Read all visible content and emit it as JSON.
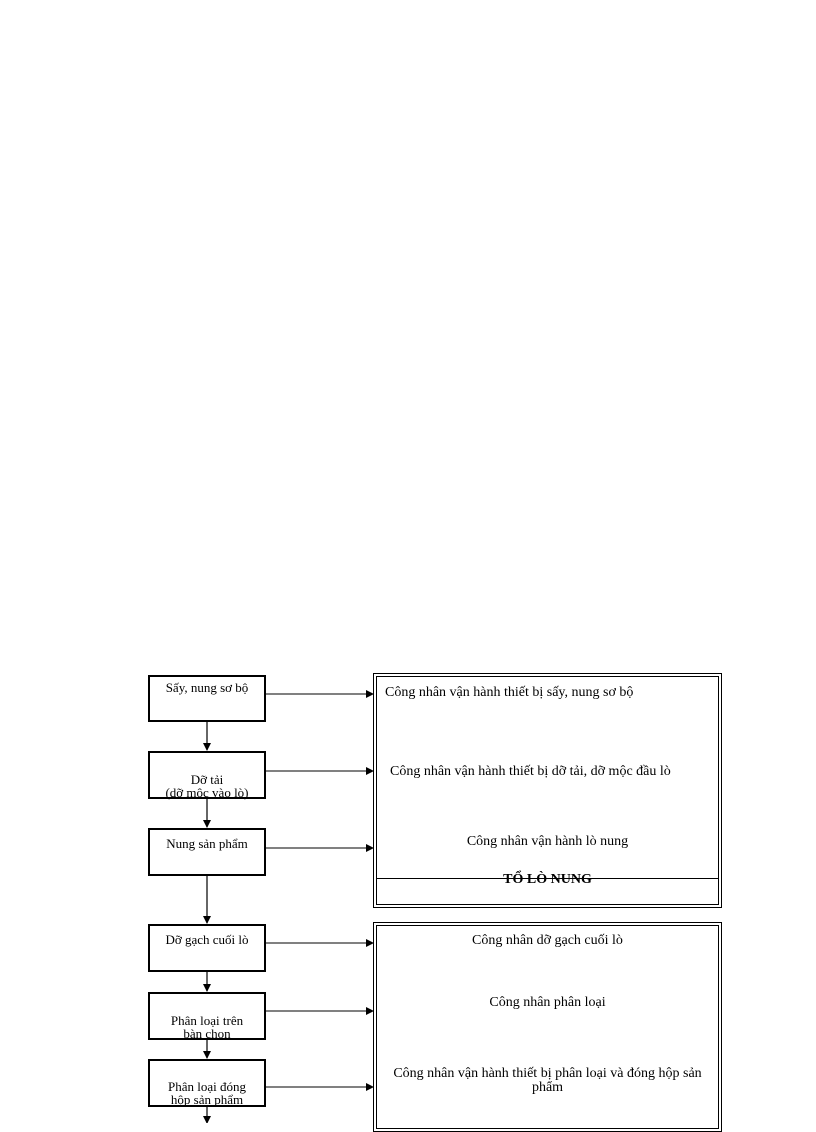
{
  "steps": [
    {
      "label": "Sấy, nung sơ bộ"
    },
    {
      "label": "Dỡ tải\n(dỡ mộc vào lò)"
    },
    {
      "label": "Nung sản phẩm"
    },
    {
      "label": "Dỡ gạch cuối lò"
    },
    {
      "label": "Phân loại trên\nbàn chọn"
    },
    {
      "label": "Phân loại đóng\nhộp sản phẩm"
    }
  ],
  "group1": {
    "descriptions": [
      "Công nhân vận hành thiết bị sấy, nung sơ bộ",
      "Công nhân vận hành thiết bị dỡ tải, dỡ mộc đầu lò",
      "Công nhân vận hành lò nung"
    ],
    "title": "TỔ LÒ NUNG"
  },
  "group2": {
    "descriptions": [
      "Công nhân dỡ gạch cuối lò",
      "Công nhân phân loại",
      "Công nhân vận hành thiết bị phân loại và đóng hộp sản phẩm"
    ]
  }
}
